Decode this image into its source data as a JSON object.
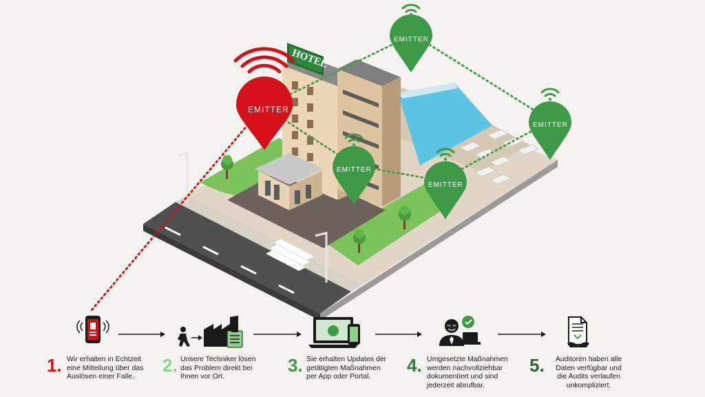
{
  "colors": {
    "red": "#d4111b",
    "green": "#3f9a47",
    "light_green": "#8fd08f",
    "dark_green": "#1f6b2c",
    "background": "#f4f3ef"
  },
  "hotel_sign": "HOTEL",
  "emitters": [
    {
      "label": "EMITTER",
      "state": "alarm",
      "color": "#d4111b"
    },
    {
      "label": "EMITTER",
      "state": "ok",
      "color": "#3f9a47"
    },
    {
      "label": "EMITTER",
      "state": "ok",
      "color": "#3f9a47"
    },
    {
      "label": "EMITTER",
      "state": "ok",
      "color": "#3f9a47"
    },
    {
      "label": "EMITTER",
      "state": "ok",
      "color": "#3f9a47"
    }
  ],
  "steps": [
    {
      "number": "1.",
      "color": "#d4111b",
      "icon": "smartphone-alert-icon",
      "lines": [
        "Wir erhalten in Echtzeit",
        "eine Mitteilung über das",
        "Auslösen einer Falle."
      ]
    },
    {
      "number": "2.",
      "color": "#8fd08f",
      "icon": "technician-factory-icon",
      "lines": [
        "Unsere Techniker lösen",
        "das Problem direkt bei",
        "Ihnen vor Ort."
      ]
    },
    {
      "number": "3.",
      "color": "#3f9a47",
      "icon": "laptop-phone-app-icon",
      "lines": [
        "Sie erhalten Updates der",
        "getätigten Maßnahmen",
        "per App oder Portal."
      ]
    },
    {
      "number": "4.",
      "color": "#2f7d38",
      "icon": "person-documentation-icon",
      "lines": [
        "Umgesetzte Maßnahmen",
        "werden nachvollziehbar",
        "dokumentiert und sind",
        "jederzeit abrufbar."
      ]
    },
    {
      "number": "5.",
      "color": "#1f6b2c",
      "icon": "audit-document-handshake-icon",
      "lines": [
        "Auditoren haben alle",
        "Daten verfügbar und",
        "die Audits verlaufen",
        "unkompliziert."
      ]
    }
  ]
}
